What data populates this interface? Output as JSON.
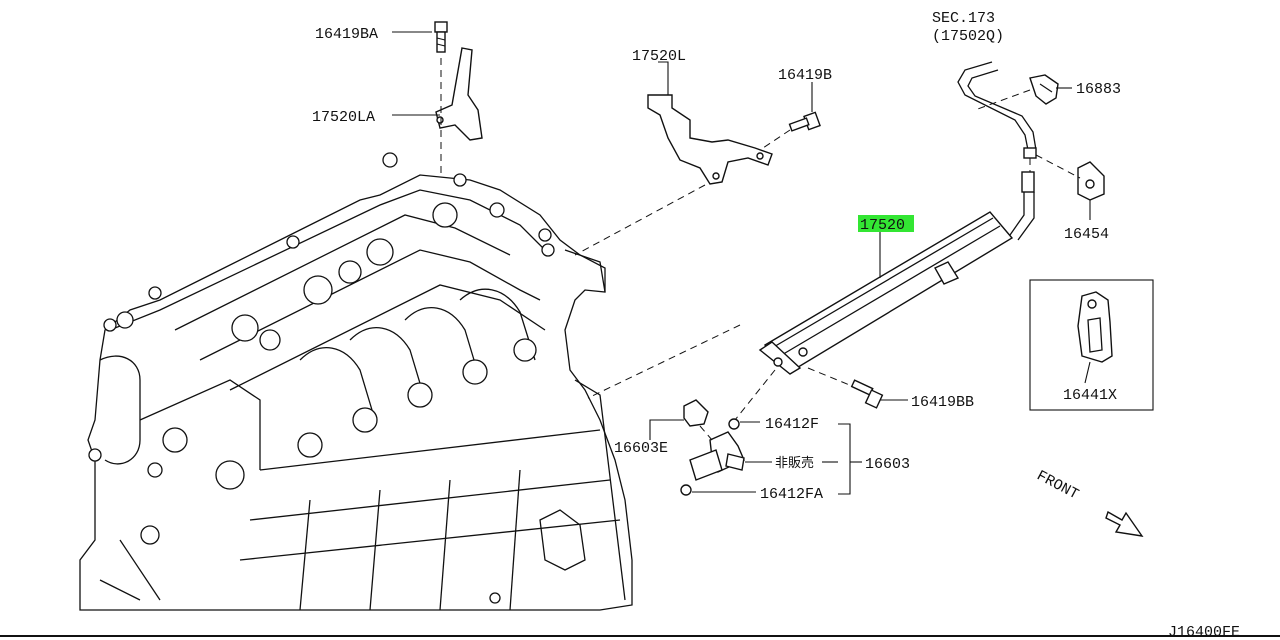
{
  "diagram_id": "J16400FE",
  "front_label": "FRONT",
  "parts": {
    "bolt_ba": "16419BA",
    "bracket_la": "17520LA",
    "bracket_l": "17520L",
    "bolt_b": "16419B",
    "sec_ref_line1": "SEC.173",
    "sec_ref_line2": "(17502Q)",
    "clip_16883": "16883",
    "clip_16454": "16454",
    "fuel_rail": "17520",
    "clip_16441x": "16441X",
    "bolt_bb": "16419BB",
    "seal_f": "16412F",
    "connector_e": "16603E",
    "injector": "16603",
    "not_sold_separately": "非販売",
    "seal_fa": "16412FA"
  },
  "highlight_color": "#33e633"
}
